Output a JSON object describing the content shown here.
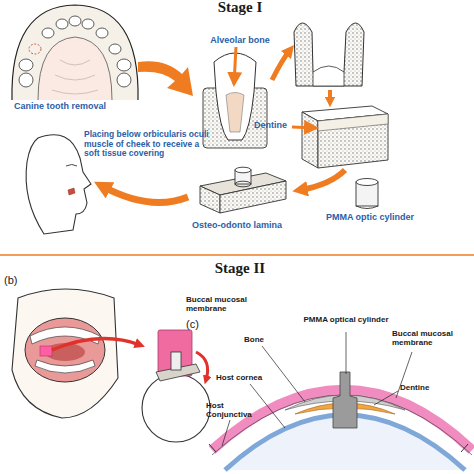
{
  "diagram": {
    "labels": [
      "Stage I",
      "Canine tooth removal",
      "Alveolar bone",
      "Dentine",
      "Placing below orbicularis oculi muscle of cheek to receive a soft tissue covering",
      "PMMA optic cylinder",
      "Osteo-odonto lamina",
      "(b)",
      "Stage II",
      "Buccal mucosal membrane",
      "(c)",
      "PMMA optical cylinder",
      "Bone",
      "Buccal mucosal membrane",
      "Host cornea",
      "Dentine",
      "Host Conjunctiva"
    ]
  }
}
